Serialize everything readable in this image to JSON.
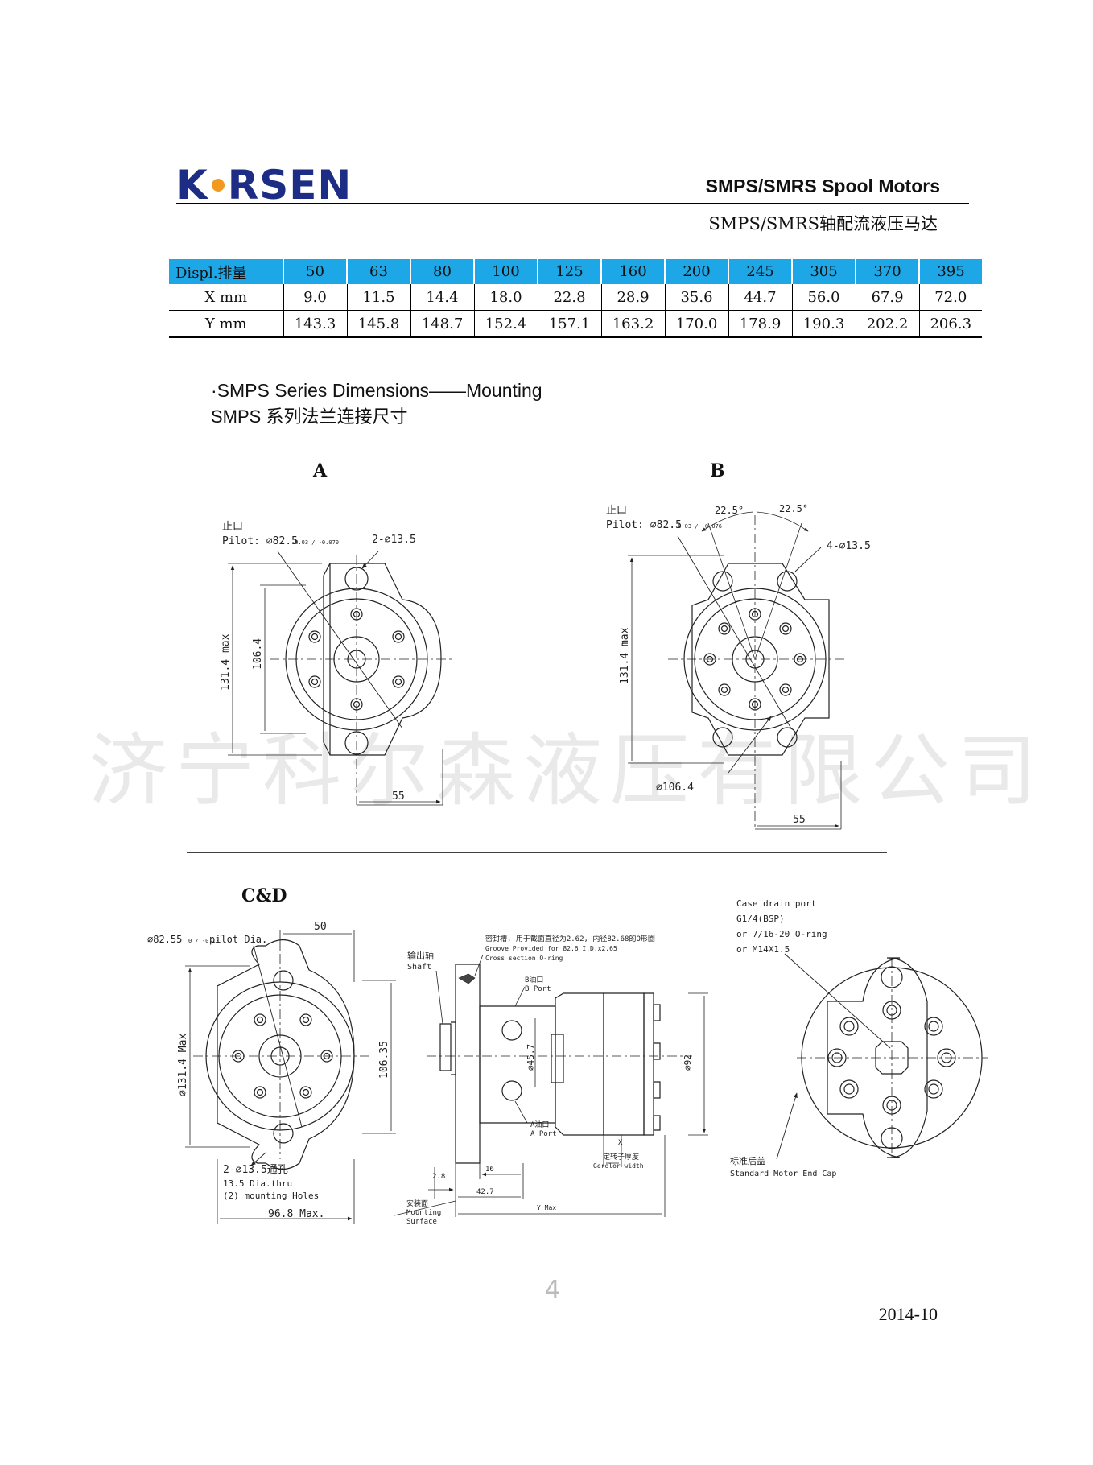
{
  "header": {
    "logo": "KORSEN",
    "title_en": "SMPS/SMRS Spool  Motors",
    "title_cn": "SMPS/SMRS轴配流液压马达"
  },
  "table": {
    "header": [
      "Displ.排量",
      "50",
      "63",
      "80",
      "100",
      "125",
      "160",
      "200",
      "245",
      "305",
      "370",
      "395"
    ],
    "rows": [
      [
        "X   mm",
        "9.0",
        "11.5",
        "14.4",
        "18.0",
        "22.8",
        "28.9",
        "35.6",
        "44.7",
        "56.0",
        "67.9",
        "72.0"
      ],
      [
        "Y   mm",
        "143.3",
        "145.8",
        "148.7",
        "152.4",
        "157.1",
        "163.2",
        "170.0",
        "178.9",
        "190.3",
        "202.2",
        "206.3"
      ]
    ],
    "header_color": "#1ea7e6"
  },
  "section": {
    "en": "·SMPS  Series Dimensions——Mounting",
    "cn": "SMPS  系列法兰连接尺寸"
  },
  "labels": {
    "a": "A",
    "b": "B",
    "cd": "C&D"
  },
  "drawing_a": {
    "pilot_cn": "止口",
    "pilot": "Pilot: ∅82.5",
    "pilot_tol": "-0.03 / -0.070",
    "holes": "2-∅13.5",
    "dim_max": "131.4 max",
    "dim_inner": "106.4",
    "dim_bottom": "55"
  },
  "drawing_b": {
    "pilot_cn": "止口",
    "pilot": "Pilot: ∅82.5",
    "pilot_tol": "-0.03 / -0.076",
    "angle1": "22.5°",
    "angle2": "22.5°",
    "holes": "4-∅13.5",
    "dim_max": "131.4 max",
    "dim_dia": "∅106.4",
    "dim_bottom": "55"
  },
  "drawing_c": {
    "pilot": "∅82.55",
    "pilot_tol": "0 / -0.13",
    "pilot_suffix": "pilot Dia.",
    "dim_top": "50",
    "dim_max": "∅131.4 Max",
    "dim_inner": "106.35",
    "holes_cn": "2-∅13.5通孔",
    "holes_en1": "13.5 Dia.thru",
    "holes_en2": "(2) mounting Holes",
    "dim_bottom": "96.8 Max."
  },
  "drawing_side": {
    "shaft_cn": "输出轴",
    "shaft_en": "Shaft",
    "groove_cn": "密封槽, 用于截面直径为2.62, 内径82.68的O形圈",
    "groove_en1": "Groove Provided for 82.6 I.D.x2.65",
    "groove_en2": "Cross section O-ring",
    "b_cn": "B油口",
    "b_en": "B Port",
    "a_cn": "A油口",
    "a_en": "A Port",
    "dim_457": "∅45.7",
    "dim_92": "∅92",
    "dim_16": "16",
    "dim_28": "2.8",
    "dim_427": "42.7",
    "dim_x": "X",
    "gerotor_cn": "定转子厚度",
    "gerotor_en": "Gerolor width",
    "mount_cn": "安装面",
    "mount_en1": "Mounting",
    "mount_en2": "Surface",
    "dim_y": "Y Max"
  },
  "drawing_end": {
    "drain1": "Case drain port",
    "drain2": "G1/4(BSP)",
    "drain3": "or 7/16-20 O-ring",
    "drain4": "or M14X1.5",
    "cap_cn": "标准后盖",
    "cap_en": "Standard Motor End Cap"
  },
  "watermark": "济宁科尔森液压有限公司",
  "page_number": "4",
  "date": "2014-10"
}
